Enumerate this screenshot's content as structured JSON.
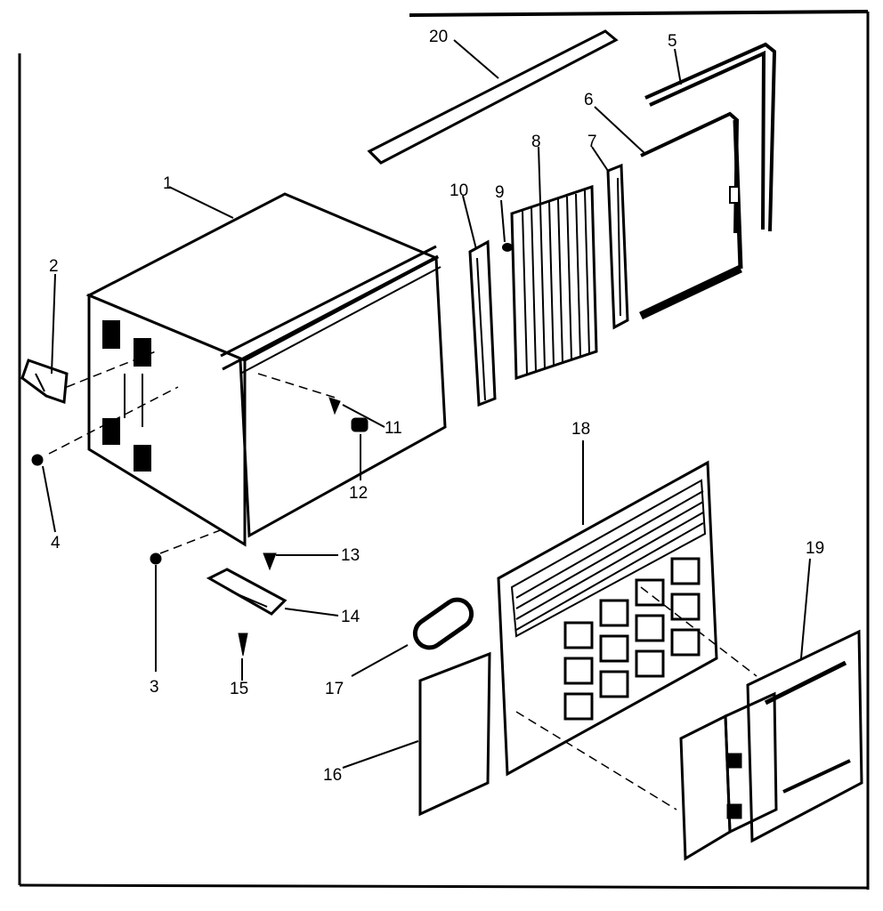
{
  "diagram": {
    "parts": [
      {
        "num": "1"
      },
      {
        "num": "2"
      },
      {
        "num": "3"
      },
      {
        "num": "4"
      },
      {
        "num": "5"
      },
      {
        "num": "6"
      },
      {
        "num": "7"
      },
      {
        "num": "8"
      },
      {
        "num": "9"
      },
      {
        "num": "10"
      },
      {
        "num": "11"
      },
      {
        "num": "12"
      },
      {
        "num": "13"
      },
      {
        "num": "14"
      },
      {
        "num": "15"
      },
      {
        "num": "16"
      },
      {
        "num": "17"
      },
      {
        "num": "18"
      },
      {
        "num": "19"
      },
      {
        "num": "20"
      }
    ]
  }
}
